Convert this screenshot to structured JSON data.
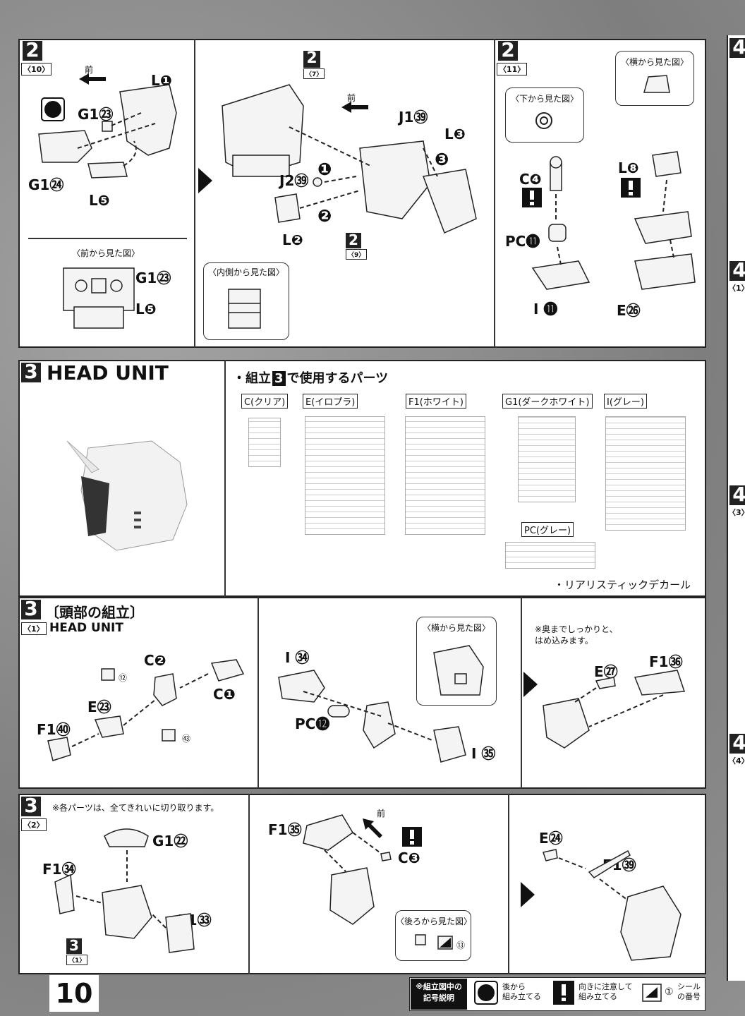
{
  "page_number": "10",
  "top_left": {
    "step": "2",
    "sub": "〈10〉",
    "front_label": "前",
    "parts": [
      "L❶",
      "G1㉓",
      "G1㉔",
      "L❺"
    ],
    "view_caption": "〈前から見た図〉",
    "view_parts": [
      "G1㉓",
      "L❺"
    ]
  },
  "top_mid": {
    "ref_step": "2",
    "ref_sub": "〈7〉",
    "front_label": "前",
    "parts": [
      "J1㊴",
      "L❸",
      "J2㊴",
      "L❷"
    ],
    "badges": [
      "❶",
      "❷",
      "❸"
    ],
    "ref_step2": "2",
    "ref_sub2": "〈9〉",
    "view_caption": "〈内側から見た図〉"
  },
  "top_right": {
    "step": "2",
    "sub": "〈11〉",
    "bottom_view": "〈下から見た図〉",
    "side_view": "〈横から見た図〉",
    "parts": [
      "C❹",
      "PC⓫",
      "I ⓫",
      "L❽",
      "E㉖"
    ]
  },
  "head_unit": {
    "step": "3",
    "title": "HEAD UNIT",
    "parts_heading": "・組立",
    "parts_heading_num": "3",
    "parts_heading_tail": "で使用するパーツ",
    "runners": [
      "C(クリア)",
      "E(イロプラ)",
      "F1(ホワイト)",
      "G1(ダークホワイト)",
      "I(グレー)",
      "PC(グレー)"
    ],
    "decal": "・リアリスティックデカール"
  },
  "step3_1": {
    "step": "3",
    "title": "〔頭部の組立〕",
    "sub": "〈1〉",
    "subtitle": "HEAD UNIT",
    "parts": [
      "C❷",
      "C❶",
      "E㉓",
      "F1㊵",
      "I ㉞",
      "PC⓬",
      "I ㉟",
      "E㉗",
      "F1㊱"
    ],
    "seal_a": "⑫",
    "seal_b": "㊸",
    "side_view": "〈横から見た図〉",
    "note": "※奥までしっかりと、\nはめ込みます。"
  },
  "step3_2": {
    "step": "3",
    "sub": "〈2〉",
    "note": "※各パーツは、全てきれいに切り取ります。",
    "parts": [
      "G1㉒",
      "F1㉞",
      "F1㉝",
      "F1㉟",
      "C❸",
      "E㉔",
      "F1㊴"
    ],
    "front_label": "前",
    "ref_step": "3",
    "ref_sub": "〈1〉",
    "back_view": "〈後ろから見た図〉",
    "seal": "⑬"
  },
  "legend": {
    "title": "※組立図中の\n記号説明",
    "item1": "後から\n組み立てる",
    "item2": "向きに注意して\n組み立てる",
    "item3_num": "①",
    "item3": "シール\nの番号"
  },
  "right_strip": {
    "steps": [
      "4",
      "4",
      "4",
      "4"
    ],
    "subs": [
      "〈1〉",
      "〈3〉",
      "〈4〉"
    ]
  }
}
